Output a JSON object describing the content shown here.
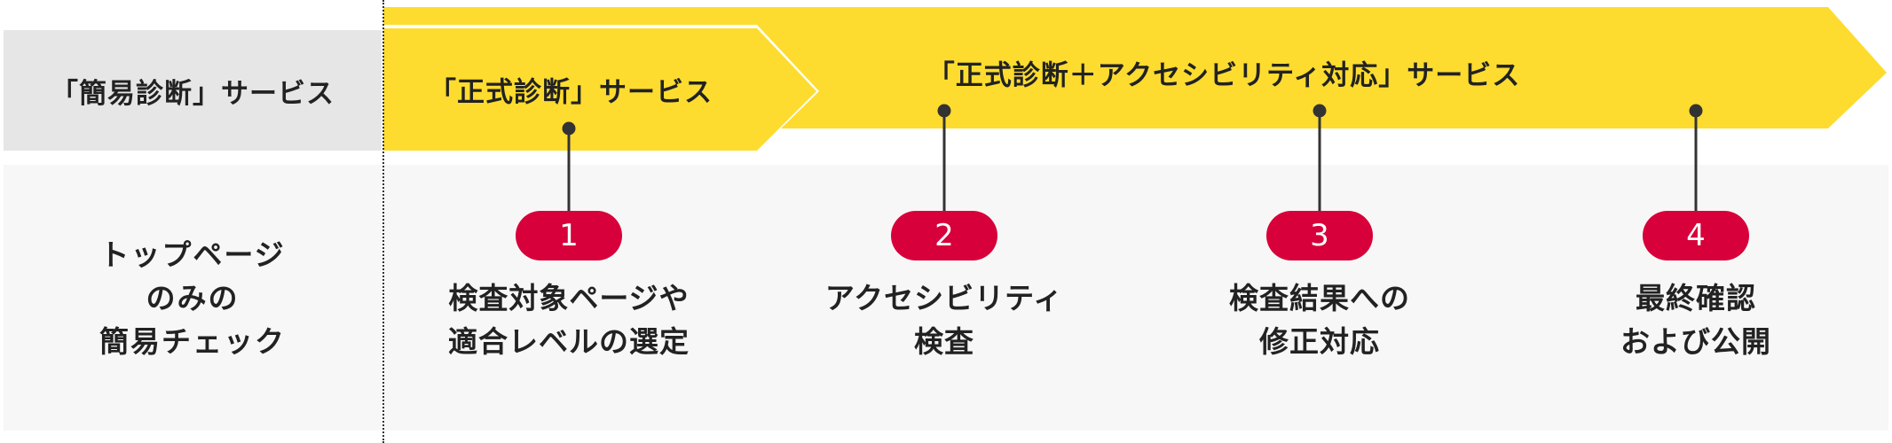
{
  "services": {
    "quick": "「簡易診断」サービス",
    "formal": "「正式診断」サービス",
    "formal_plus": "「正式診断＋アクセシビリティ対応」サービス"
  },
  "quick_step": {
    "lines": [
      "トップページ",
      "のみの",
      "簡易チェック"
    ]
  },
  "steps": [
    {
      "number": "1",
      "lines": [
        "検査対象ページや",
        "適合レベルの選定"
      ]
    },
    {
      "number": "2",
      "lines": [
        "アクセシビリティ",
        "検査"
      ]
    },
    {
      "number": "3",
      "lines": [
        "検査結果への",
        "修正対応"
      ]
    },
    {
      "number": "4",
      "lines": [
        "最終確認",
        "および公開"
      ]
    }
  ],
  "colors": {
    "arrow": "#fddc2f",
    "badge": "#d7003a",
    "quick_bg": "#e6e6e6",
    "panel_bg": "#f7f7f7"
  }
}
